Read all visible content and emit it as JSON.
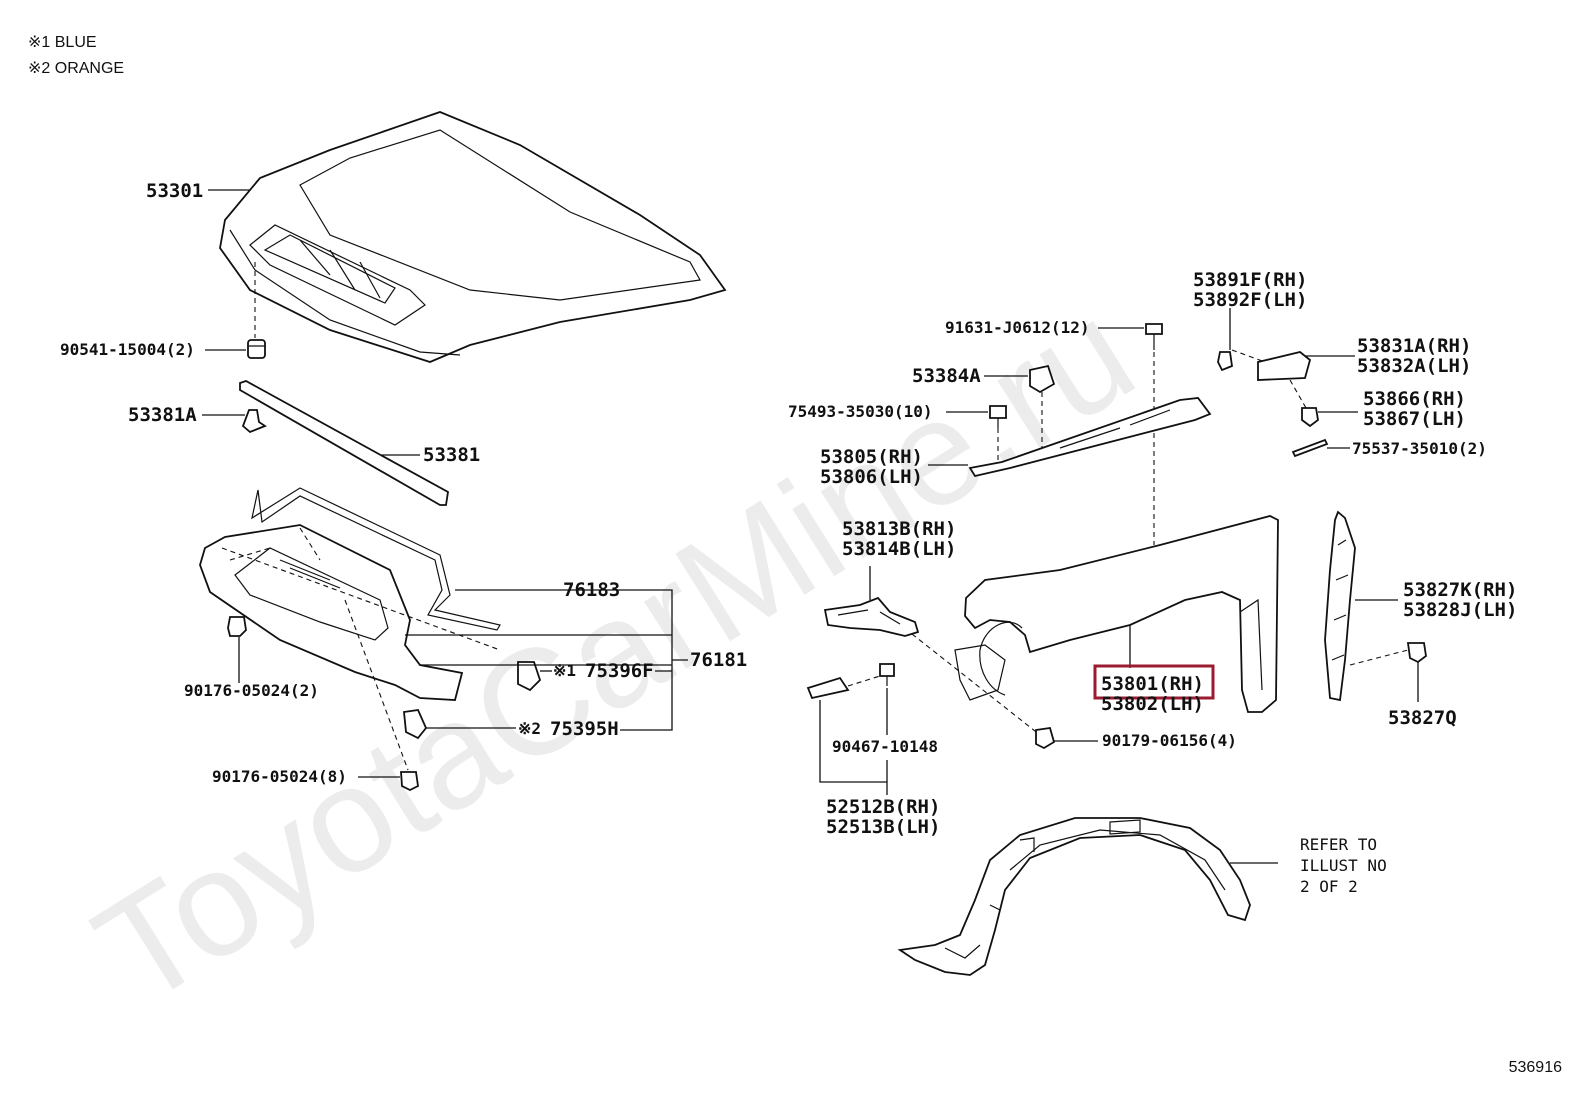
{
  "notes": [
    "※1 BLUE",
    "※2 ORANGE"
  ],
  "watermark": "ToyotaCarMine.ru",
  "diagram_id": "536916",
  "refer_note": [
    "REFER TO",
    "ILLUST NO",
    "2 OF 2"
  ],
  "highlight_color": "#9b1b30",
  "labels": {
    "hood": "53301",
    "hood_stop": "90541-15004(2)",
    "seal_clip": "53381A",
    "seal": "53381",
    "grille_76183": "76183",
    "grille_76181": "76181",
    "clip_left": "90176-05024(2)",
    "clip_bottom": "90176-05024(8)",
    "emblem_f": "75396F",
    "emblem_h": "75395H",
    "mark1": "※1",
    "mark2": "※2",
    "bolt_91631": "91631-J0612(12)",
    "cushion": "53384A",
    "clip_75493": "75493-35030(10)",
    "brace_rh": "53805(RH)",
    "brace_lh": "53806(LH)",
    "bracket_rh": "53813B(RH)",
    "bracket_lh": "53814B(LH)",
    "fender_rh": "53801(RH)",
    "fender_lh": "53802(LH)",
    "seal_f_rh": "53891F(RH)",
    "seal_f_lh": "53892F(LH)",
    "seal_a_rh": "53831A(RH)",
    "seal_a_lh": "53832A(LH)",
    "seal_866_rh": "53866(RH)",
    "seal_867_lh": "53867(LH)",
    "tape": "75537-35010(2)",
    "liner_rh": "53827K(RH)",
    "liner_lh": "53828J(LH)",
    "clip_827q": "53827Q",
    "screw_90467": "90467-10148",
    "nut_90179": "90179-06156(4)",
    "flap_rh": "52512B(RH)",
    "flap_lh": "52513B(LH)"
  }
}
